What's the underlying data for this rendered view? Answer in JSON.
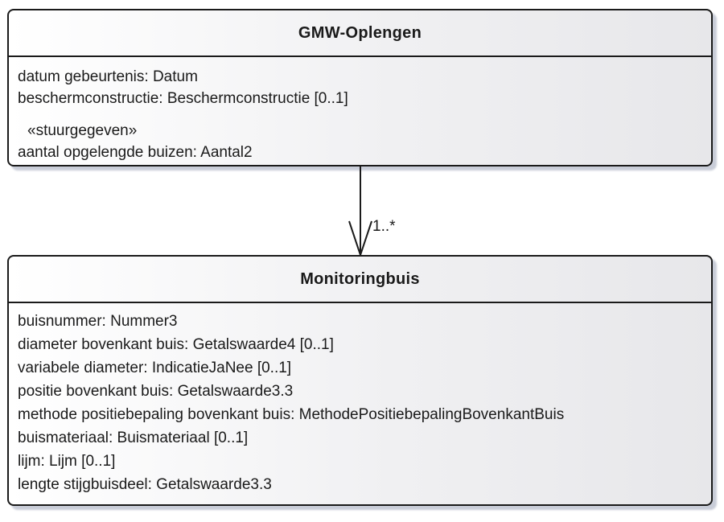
{
  "diagram": {
    "kind": "uml-class-diagram",
    "colors": {
      "border": "#1a1a1a",
      "fill_left": "#ffffff",
      "fill_right": "#e7e7ea",
      "shadow": "#c9cdd8",
      "text": "#1a1a1a",
      "background": "#ffffff"
    }
  },
  "classes": [
    {
      "name": "GMW-Oplengen",
      "attributes": [
        "datum gebeurtenis: Datum",
        "beschermconstructie: Beschermconstructie [0..1]"
      ],
      "stereotype": "«stuurgegeven»",
      "stereotyped_attributes": [
        "aantal opgelengde buizen: Aantal2"
      ]
    },
    {
      "name": "Monitoringbuis",
      "attributes": [
        "buisnummer: Nummer3",
        "diameter bovenkant buis: Getalswaarde4 [0..1]",
        "variabele diameter: IndicatieJaNee [0..1]",
        "positie bovenkant buis: Getalswaarde3.3",
        "methode positiebepaling bovenkant buis: MethodePositiebepalingBovenkantBuis",
        "buismateriaal: Buismateriaal [0..1]",
        "lijm: Lijm [0..1]",
        "lengte stijgbuisdeel: Getalswaarde3.3"
      ]
    }
  ],
  "association": {
    "source": "GMW-Oplengen",
    "target": "Monitoringbuis",
    "target_multiplicity": "1..*"
  }
}
